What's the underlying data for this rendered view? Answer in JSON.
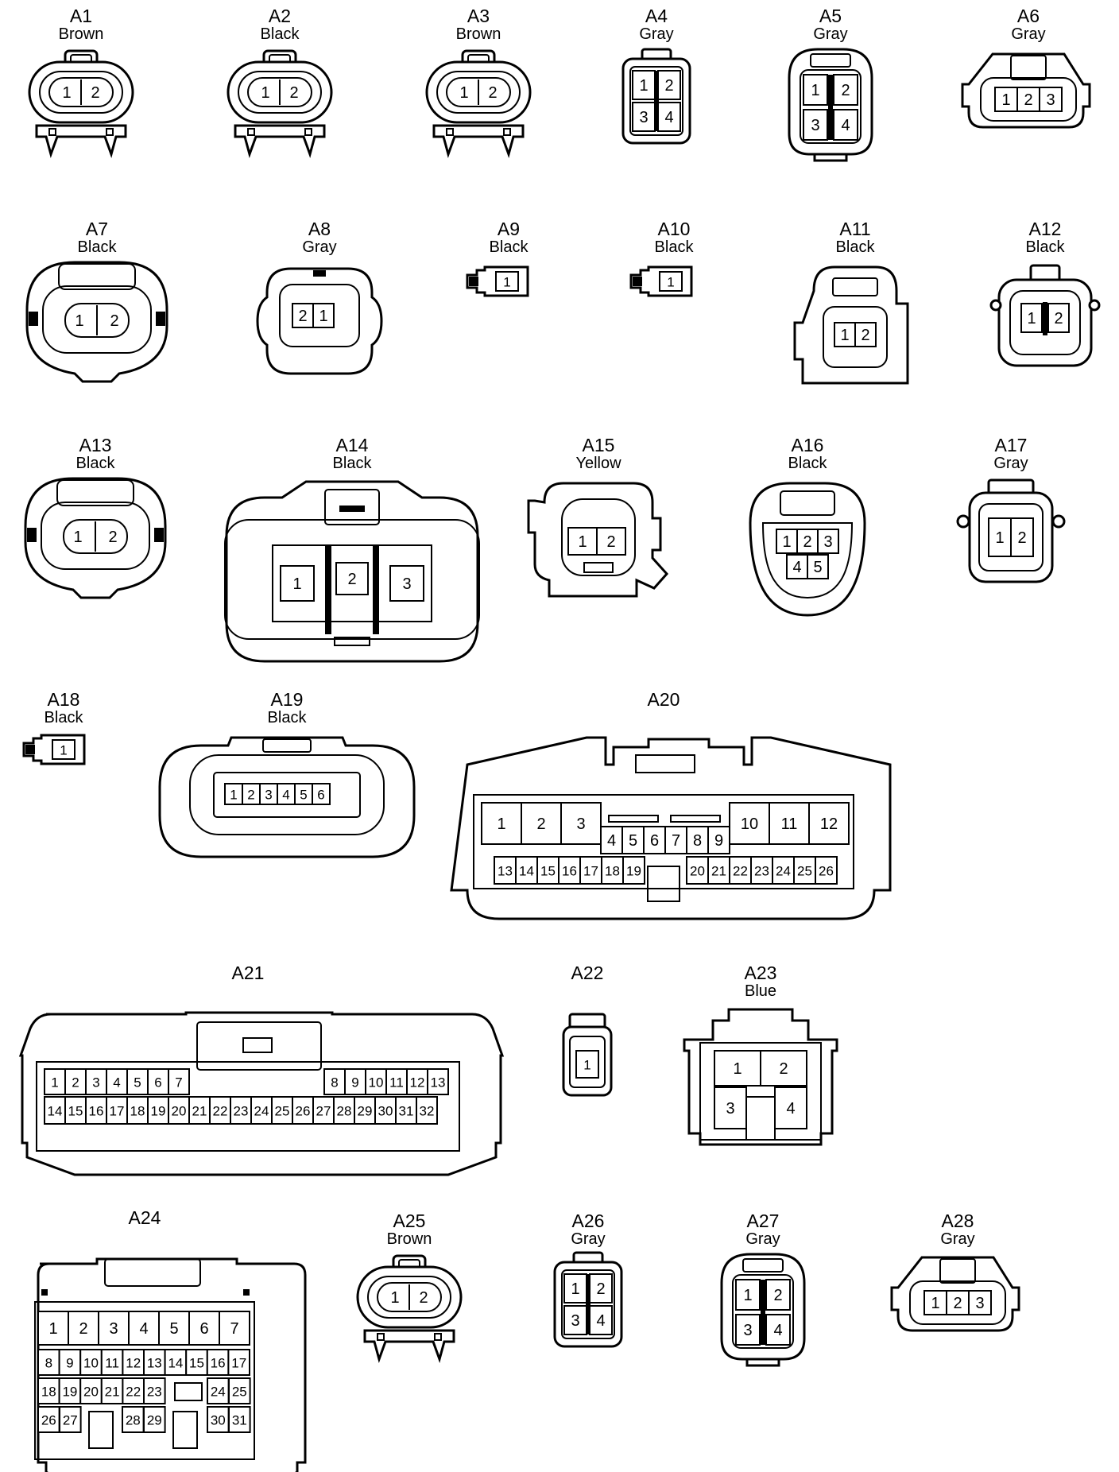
{
  "connectors": [
    {
      "id": "A1",
      "color": "Brown",
      "pins": [
        "1",
        "2"
      ]
    },
    {
      "id": "A2",
      "color": "Black",
      "pins": [
        "1",
        "2"
      ]
    },
    {
      "id": "A3",
      "color": "Brown",
      "pins": [
        "1",
        "2"
      ]
    },
    {
      "id": "A4",
      "color": "Gray",
      "pins": [
        "1",
        "2",
        "3",
        "4"
      ]
    },
    {
      "id": "A5",
      "color": "Gray",
      "pins": [
        "1",
        "2",
        "3",
        "4"
      ]
    },
    {
      "id": "A6",
      "color": "Gray",
      "pins": [
        "1",
        "2",
        "3"
      ]
    },
    {
      "id": "A7",
      "color": "Black",
      "pins": [
        "1",
        "2"
      ]
    },
    {
      "id": "A8",
      "color": "Gray",
      "pins": [
        "2",
        "1"
      ]
    },
    {
      "id": "A9",
      "color": "Black",
      "pins": [
        "1"
      ]
    },
    {
      "id": "A10",
      "color": "Black",
      "pins": [
        "1"
      ]
    },
    {
      "id": "A11",
      "color": "Black",
      "pins": [
        "1",
        "2"
      ]
    },
    {
      "id": "A12",
      "color": "Black",
      "pins": [
        "1",
        "2"
      ]
    },
    {
      "id": "A13",
      "color": "Black",
      "pins": [
        "1",
        "2"
      ]
    },
    {
      "id": "A14",
      "color": "Black",
      "pins": [
        "1",
        "2",
        "3"
      ]
    },
    {
      "id": "A15",
      "color": "Yellow",
      "pins": [
        "1",
        "2"
      ]
    },
    {
      "id": "A16",
      "color": "Black",
      "pins": [
        "1",
        "2",
        "3",
        "4",
        "5"
      ]
    },
    {
      "id": "A17",
      "color": "Gray",
      "pins": [
        "1",
        "2"
      ]
    },
    {
      "id": "A18",
      "color": "Black",
      "pins": [
        "1"
      ]
    },
    {
      "id": "A19",
      "color": "Black",
      "pins": [
        "1",
        "2",
        "3",
        "4",
        "5",
        "6"
      ]
    },
    {
      "id": "A20",
      "color": "",
      "pins": [
        "1",
        "2",
        "3",
        "4",
        "5",
        "6",
        "7",
        "8",
        "9",
        "10",
        "11",
        "12",
        "13",
        "14",
        "15",
        "16",
        "17",
        "18",
        "19",
        "20",
        "21",
        "22",
        "23",
        "24",
        "25",
        "26"
      ]
    },
    {
      "id": "A21",
      "color": "",
      "pins": [
        "1",
        "2",
        "3",
        "4",
        "5",
        "6",
        "7",
        "8",
        "9",
        "10",
        "11",
        "12",
        "13",
        "14",
        "15",
        "16",
        "17",
        "18",
        "19",
        "20",
        "21",
        "22",
        "23",
        "24",
        "25",
        "26",
        "27",
        "28",
        "29",
        "30",
        "31",
        "32"
      ]
    },
    {
      "id": "A22",
      "color": "",
      "pins": [
        "1"
      ]
    },
    {
      "id": "A23",
      "color": "Blue",
      "pins": [
        "1",
        "2",
        "3",
        "4"
      ]
    },
    {
      "id": "A24",
      "color": "",
      "pins": [
        "1",
        "2",
        "3",
        "4",
        "5",
        "6",
        "7",
        "8",
        "9",
        "10",
        "11",
        "12",
        "13",
        "14",
        "15",
        "16",
        "17",
        "18",
        "19",
        "20",
        "21",
        "22",
        "23",
        "24",
        "25",
        "26",
        "27",
        "28",
        "29",
        "30",
        "31"
      ]
    },
    {
      "id": "A25",
      "color": "Brown",
      "pins": [
        "1",
        "2"
      ]
    },
    {
      "id": "A26",
      "color": "Gray",
      "pins": [
        "1",
        "2",
        "3",
        "4"
      ]
    },
    {
      "id": "A27",
      "color": "Gray",
      "pins": [
        "1",
        "2",
        "3",
        "4"
      ]
    },
    {
      "id": "A28",
      "color": "Gray",
      "pins": [
        "1",
        "2",
        "3"
      ]
    }
  ]
}
